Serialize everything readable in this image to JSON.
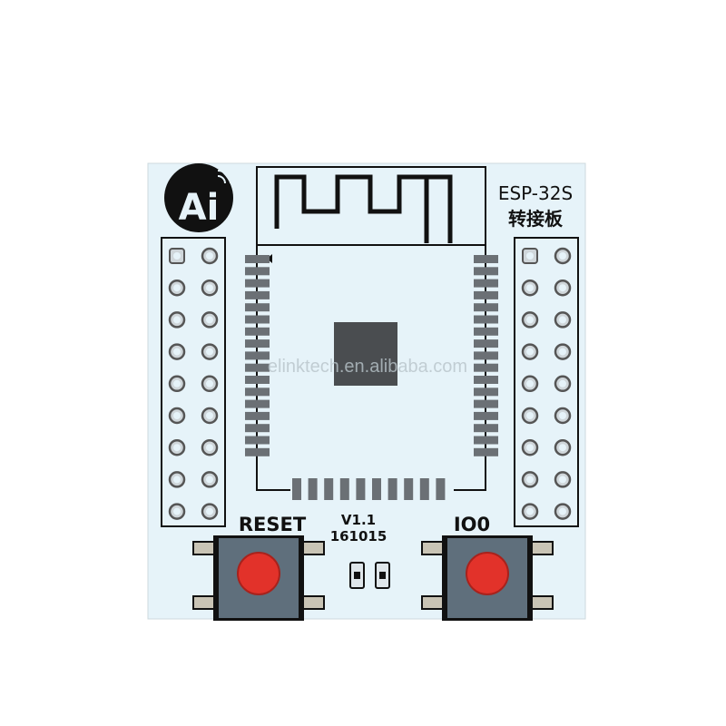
{
  "board": {
    "model_line1": "ESP-32S",
    "model_line2": "转接板",
    "logo_text": "Ai",
    "version": "V1.1",
    "date_code": "161015",
    "reset_label": "RESET",
    "io0_label": "IO0",
    "watermark": "elinktech.en.alibaba.com",
    "header_rows": 9,
    "module_side_pads": 17,
    "module_bottom_pads": 10
  },
  "colors": {
    "pcb": "#e6f3f9",
    "silkscreen": "#111111",
    "button_cap": "#e2322a",
    "switch_metal": "#5f6f7c",
    "chip": "#4a4d50"
  }
}
